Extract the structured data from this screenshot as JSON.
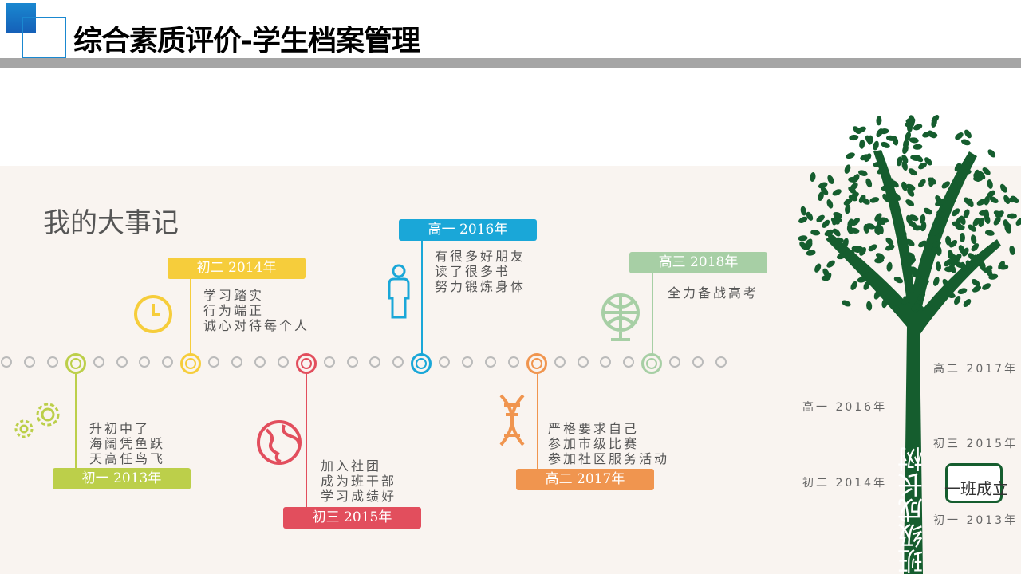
{
  "header": {
    "title": "综合素质评价-学生档案管理"
  },
  "section": {
    "heading": "我的大事记"
  },
  "events": [
    {
      "label": "初一 2013年",
      "lines": [
        "升初中了",
        "海阔凭鱼跃",
        "天高任鸟飞"
      ],
      "color": "#bccf4a",
      "icon": "gears-icon"
    },
    {
      "label": "初二 2014年",
      "lines": [
        "学习踏实",
        "行为端正",
        "诚心对待每个人"
      ],
      "color": "#f6cd3b",
      "icon": "clock-icon"
    },
    {
      "label": "初三 2015年",
      "lines": [
        "加入社团",
        "成为班干部",
        "学习成绩好"
      ],
      "color": "#e24e5d",
      "icon": "globe-icon"
    },
    {
      "label": "高一 2016年",
      "lines": [
        "有很多好朋友",
        "读了很多书",
        "努力锻炼身体"
      ],
      "color": "#1aa7d8",
      "icon": "person-icon"
    },
    {
      "label": "高二 2017年",
      "lines": [
        "严格要求自己",
        "参加市级比赛",
        "参加社区服务活动"
      ],
      "color": "#f0954f",
      "icon": "dna-icon"
    },
    {
      "label": "高三 2018年",
      "lines": [
        "全力备战高考"
      ],
      "color": "#a7cfa5",
      "icon": "globe-stand-icon"
    }
  ],
  "tree": {
    "title": "班级成长树",
    "bubble": "一班成立",
    "color": "#155d2e",
    "marks": [
      "高二 2017年",
      "高一 2016年",
      "初三 2015年",
      "初二 2014年",
      "初一 2013年"
    ]
  }
}
